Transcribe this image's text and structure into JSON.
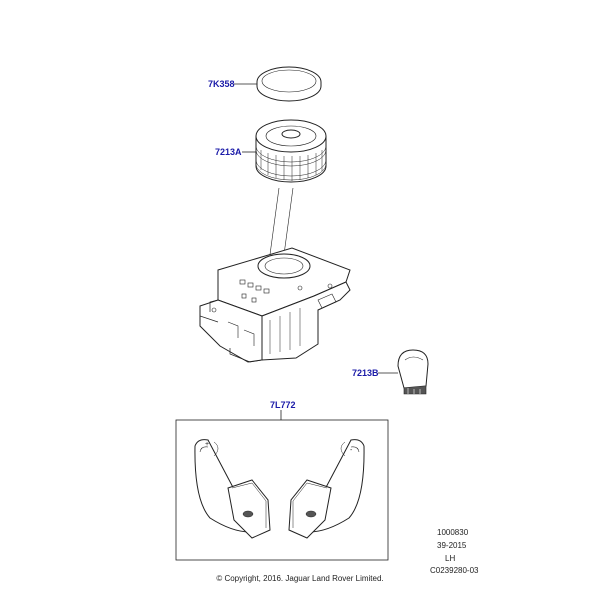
{
  "callouts": {
    "cover": "7K358",
    "knob": "7213A",
    "shift_knob": "7213B",
    "paddles": "7L772"
  },
  "info": {
    "line1": "1000830",
    "line2": "39-2015",
    "line3": "LH",
    "line4": "C0239280-03"
  },
  "copyright": "© Copyright, 2016. Jaguar Land Rover Limited.",
  "colors": {
    "callout_text": "#1a1aa8",
    "line_art": "#222222",
    "shade": "#555555",
    "part_fill": "#ffffff"
  },
  "icons": [
    "cover-disc-icon",
    "rotary-knob-icon",
    "selector-housing-icon",
    "shift-knob-icon",
    "paddle-shifter-icon"
  ]
}
